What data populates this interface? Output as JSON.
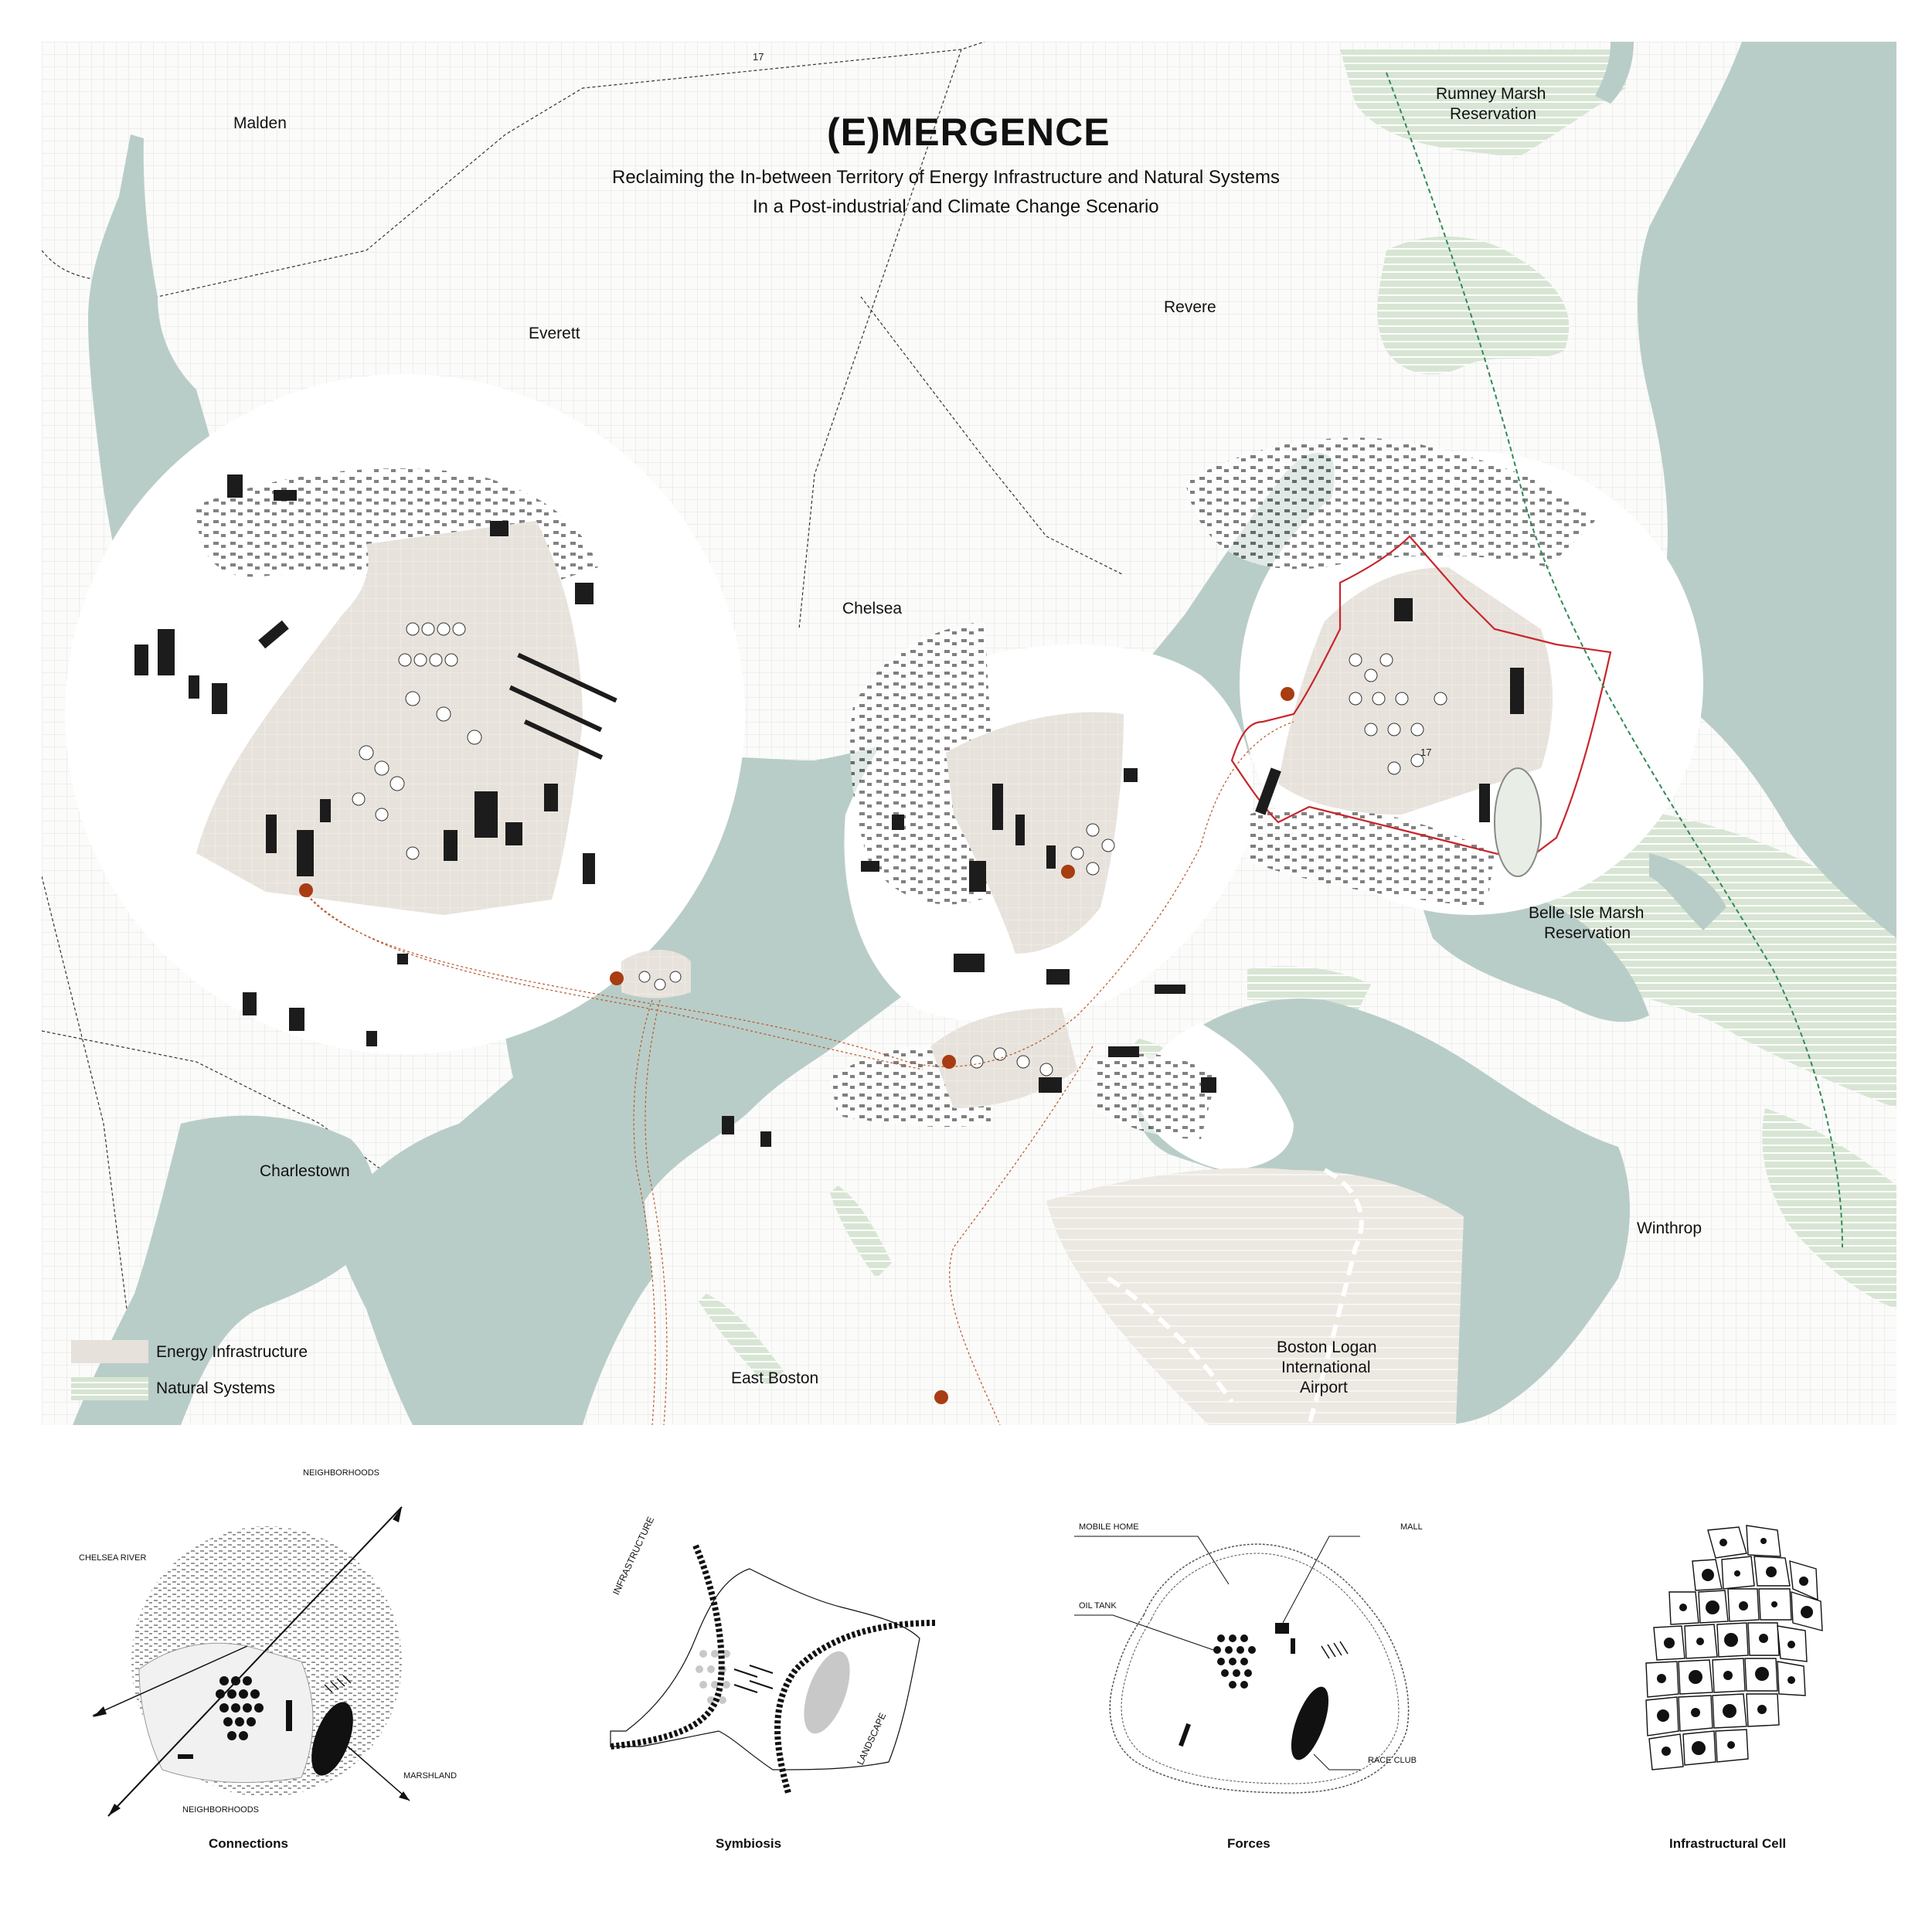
{
  "title": "(E)MERGENCE",
  "subtitle_line1": "Reclaiming the In-between Territory of Energy Infrastructure and Natural Systems",
  "subtitle_line2": "In a Post-industrial and Climate Change Scenario",
  "places": {
    "malden": "Malden",
    "everett": "Everett",
    "revere": "Revere",
    "chelsea": "Chelsea",
    "rumney_line1": "Rumney Marsh",
    "rumney_line2": "Reservation",
    "belle_line1": "Belle Isle Marsh",
    "belle_line2": "Reservation",
    "charlestown": "Charlestown",
    "east_boston": "East Boston",
    "winthrop": "Winthrop",
    "logan_line1": "Boston Logan",
    "logan_line2": "International",
    "logan_line3": "Airport"
  },
  "route_labels": {
    "top": "17",
    "site": "17"
  },
  "legend": {
    "energy": "Energy Infrastructure",
    "natural": "Natural Systems"
  },
  "diagrams": {
    "connections": {
      "caption": "Connections",
      "neighborhoods_top": "NEIGHBORHOODS",
      "chelsea_river": "CHELSEA RIVER",
      "marshland": "MARSHLAND",
      "neighborhoods_bottom": "NEIGHBORHOODS"
    },
    "symbiosis": {
      "caption": "Symbiosis",
      "infrastructure": "INFRASTRUCTURE",
      "landscape": "LANDSCAPE"
    },
    "forces": {
      "caption": "Forces",
      "mobile_home": "MOBILE HOME",
      "mall": "MALL",
      "oil_tank": "OIL TANK",
      "race_club": "RACE CLUB"
    },
    "cell": {
      "caption": "Infrastructural Cell"
    }
  },
  "colors": {
    "water": "#b9cdc8",
    "natural": "#d6e4d2",
    "energy": "#e6e1da",
    "building": "#1c1c1c",
    "site_outline": "#c8262c",
    "node": "#a83c12",
    "rail": "#2f8a55"
  }
}
